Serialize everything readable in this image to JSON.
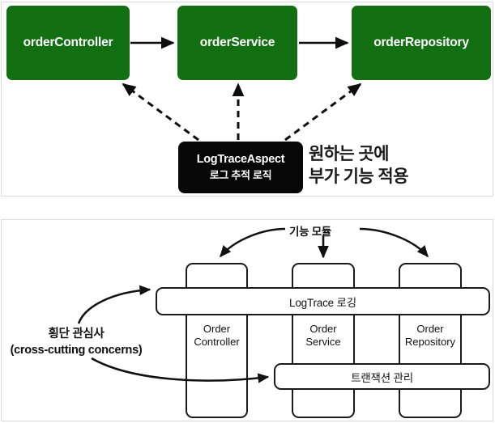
{
  "top_panel": {
    "boxes": [
      {
        "id": "orderController",
        "label": "orderController",
        "color": "#137012"
      },
      {
        "id": "orderService",
        "label": "orderService",
        "color": "#137012"
      },
      {
        "id": "orderRepository",
        "label": "orderRepository",
        "color": "#137012"
      }
    ],
    "aspect_box": {
      "line1": "LogTraceAspect",
      "line2": "로그 추적 로직",
      "color": "#070707"
    },
    "side_note_line1": "원하는 곳에",
    "side_note_line2": "부가 기능 적용"
  },
  "bottom_panel": {
    "module_label": "기능 모듈",
    "columns": [
      {
        "id": "orderController",
        "line1": "Order",
        "line2": "Controller"
      },
      {
        "id": "orderService",
        "line1": "Order",
        "line2": "Service"
      },
      {
        "id": "orderRepository",
        "line1": "Order",
        "line2": "Repository"
      }
    ],
    "aspect_bars": [
      {
        "id": "logtrace",
        "label": "LogTrace 로깅"
      },
      {
        "id": "transaction",
        "label": "트랜잭션 관리"
      }
    ],
    "cross_cutting_line1": "횡단 관심사",
    "cross_cutting_line2": "(cross-cutting concerns)"
  },
  "colors": {
    "green": "#137012",
    "black": "#070707",
    "stroke": "#1a1a1a",
    "panel_border": "#dcdcdc",
    "background": "#ffffff"
  }
}
